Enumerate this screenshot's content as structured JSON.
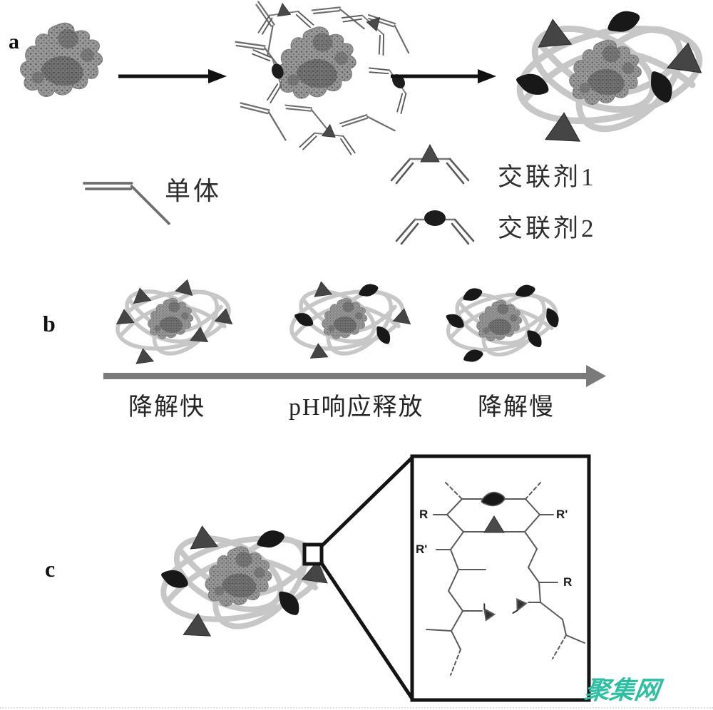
{
  "figure": {
    "type": "scheme",
    "description_note": "protein nanocapsule synthesis and pH-responsive degradation scheme",
    "panels": {
      "a": {
        "label": "a"
      },
      "b": {
        "label": "b"
      },
      "c": {
        "label": "c"
      }
    },
    "legend": {
      "monomer": {
        "label": "单体",
        "icon": "monomer-line-icon"
      },
      "crosslinker1": {
        "label": "交联剂1",
        "icon": "triangle-crosslinker-icon"
      },
      "crosslinker2": {
        "label": "交联剂2",
        "icon": "oval-crosslinker-icon"
      }
    },
    "degradation_axis": {
      "left_label": "降解快",
      "middle_label": "pH响应释放",
      "right_label": "降解慢",
      "direction": "left-to-right"
    },
    "chemical_structure_labels": {
      "top_left": "R",
      "top_right": "R'",
      "mid_left": "R'",
      "mid_right": "R"
    },
    "watermark": {
      "text": "聚集网",
      "color": "#2dbfa2"
    },
    "colors": {
      "ribbon_gray": "#c7c7c7",
      "triangle_dark": "#454545",
      "oval_dark": "#181818",
      "protein_gray": "#8f8f8f",
      "arrow_black": "#111111",
      "arrow_gray": "#7a7a7a",
      "bond_gray": "#5a5a5a",
      "box_black": "#141414"
    }
  }
}
